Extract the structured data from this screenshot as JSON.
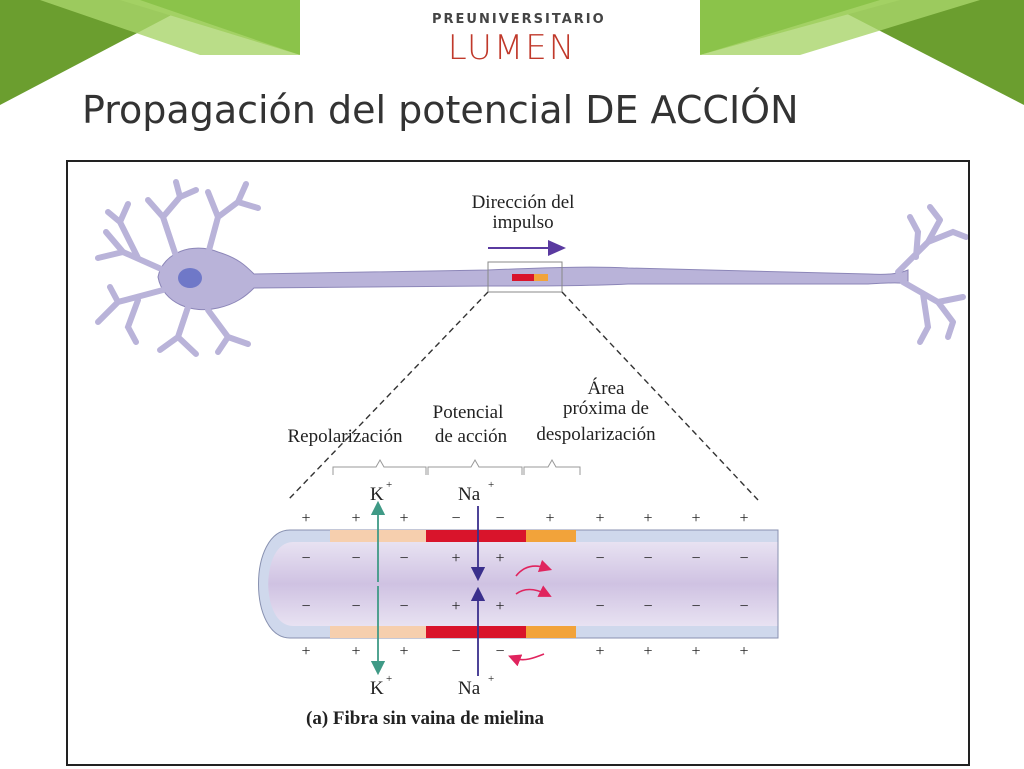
{
  "brand": {
    "logo_small": "PREUNIVERSITARIO",
    "logo_big": "LUMEN",
    "logo_color": "#c0392b",
    "accent_green": "#8bc34a",
    "accent_dark_green": "#6b9e2f"
  },
  "slide": {
    "title": "Propagación del potencial DE ACCIÓN"
  },
  "diagram": {
    "impulse_label_1": "Dirección del",
    "impulse_label_2": "impulso",
    "label_repolarization": "Repolarización",
    "label_action_potential_1": "Potencial",
    "label_action_potential_2": "de acción",
    "label_next_area_1": "Área",
    "label_next_area_2": "próxima de",
    "label_next_area_3": "despolarización",
    "ion_k": "K",
    "ion_na": "Na",
    "ion_plus": "+",
    "sign_plus": "+",
    "sign_minus": "−",
    "caption": "(a) Fibra sin vaina de mielina",
    "colors": {
      "neuron": "#b9b3d9",
      "nucleus": "#6f78c8",
      "membrane": "#cfd8ec",
      "axon_inner": "#d8cce8",
      "repolarization": "#f6cfae",
      "action_potential": "#d9142b",
      "next_area": "#f2a33a",
      "k_arrow": "#3f9a86",
      "na_arrow": "#3a2f8c",
      "current_arrow": "#e0245e"
    }
  }
}
